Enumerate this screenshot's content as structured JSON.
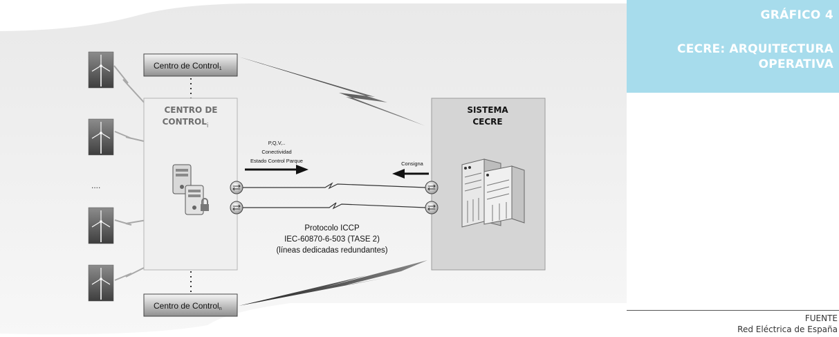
{
  "header": {
    "figure_label": "GRÁFICO 4",
    "title_line1": "CECRE: ARQUITECTURA",
    "title_line2": "OPERATIVA",
    "background_color": "#a7dcec",
    "text_color": "#ffffff"
  },
  "diagram": {
    "control_center_1": {
      "label": "Centro de Control",
      "subscript": "1"
    },
    "control_center_n": {
      "label": "Centro de Control",
      "subscript": "n"
    },
    "control_center_i": {
      "line1": "CENTRO DE",
      "line2": "CONTROL",
      "subscript": "i"
    },
    "cecre": {
      "line1": "SISTEMA",
      "line2": "CECRE"
    },
    "outbound_labels": [
      "P,Q,V,..",
      "Conectividad",
      "Estado Control Parque"
    ],
    "consigna_label": "Consigna",
    "protocol_labels": [
      "Protocolo ICCP",
      "IEC-60870-6-503 (TASE 2)",
      "(líneas dedicadas redundantes)"
    ],
    "ellipsis": "....",
    "turbine_icon": "wind-turbine-icon",
    "server_icon": "server-icon",
    "router_icon": "router-icon",
    "rack_icon": "server-rack-icon"
  },
  "source": {
    "label": "FUENTE",
    "name": "Red Eléctrica de España"
  }
}
